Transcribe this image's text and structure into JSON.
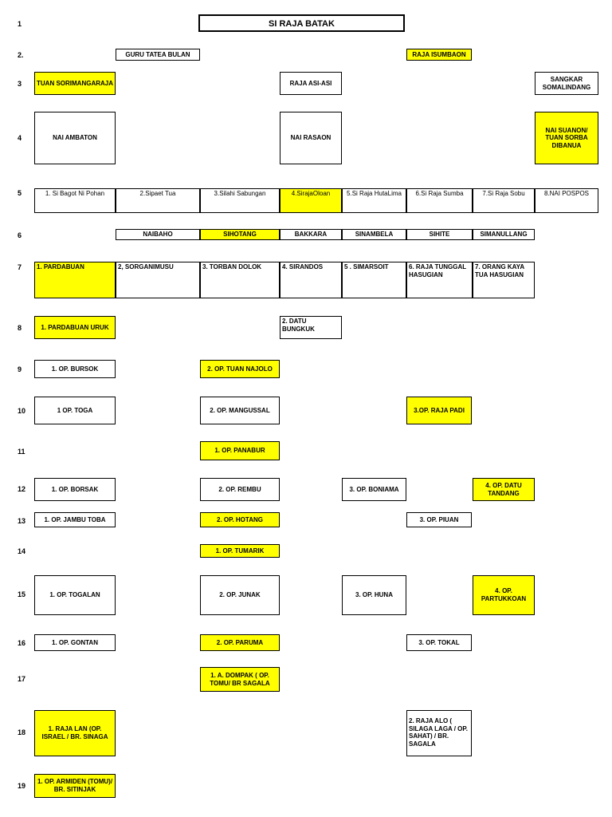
{
  "title": "SI RAJA BATAK",
  "rows": [
    "1",
    "2.",
    "3",
    "4",
    "5",
    "6",
    "7",
    "8",
    "9",
    "10",
    "11",
    "12",
    "13",
    "14",
    "15",
    "16",
    "17",
    "18",
    "19"
  ],
  "gen2": {
    "guru": "GURU TATEA BULAN",
    "raja": "RAJA ISUMBAON"
  },
  "gen3": {
    "tuan": "TUAN SORIMANGARAJA",
    "asi": "RAJA ASI-ASI",
    "sangkar": "SANGKAR SOMALINDANG"
  },
  "gen4": {
    "ambaton": "NAI AMBATON",
    "rasaon": "NAI RASAON",
    "suanon": "NAI SUANON/ TUAN SORBA DIBANUA"
  },
  "gen5": [
    "1. Si Bagot Ni Pohan",
    "2.Sipaet Tua",
    "3.Silahi Sabungan",
    "4.SirajaOloan",
    "5.Si Raja HutaLima",
    "6.Si Raja Sumba",
    "7.Si Raja Sobu",
    "8.NAI POSPOS"
  ],
  "gen6": [
    "NAIBAHO",
    "SIHOTANG",
    "BAKKARA",
    "SINAMBELA",
    "SIHITE",
    "SIMANULLANG"
  ],
  "gen7": [
    "1. PARDABUAN",
    "2, SORGANIMUSU",
    "3. TORBAN DOLOK",
    "4. SIRANDOS",
    "5 . SIMARSOIT",
    "6. RAJA TUNGGAL HASUGIAN",
    "7. ORANG KAYA TUA HASUGIAN"
  ],
  "gen8": {
    "uruk": "1. PARDABUAN URUK",
    "datu": "2. DATU BUNGKUK"
  },
  "gen9": {
    "bursok": "1. OP. BURSOK",
    "najolo": "2. OP. TUAN NAJOLO"
  },
  "gen10": {
    "toga": "1 OP. TOGA",
    "mangussal": "2. OP. MANGUSSAL",
    "padi": "3.OP. RAJA PADI"
  },
  "gen11": {
    "panabur": "1. OP. PANABUR"
  },
  "gen12": {
    "borsak": "1. OP. BORSAK",
    "rembu": "2. OP. REMBU",
    "boniama": "3. OP. BONIAMA",
    "tandang": "4. OP. DATU TANDANG"
  },
  "gen13": {
    "jambu": "1. OP. JAMBU TOBA",
    "hotang": "2. OP. HOTANG",
    "piuan": "3. OP. PIUAN"
  },
  "gen14": {
    "tumarik": "1. OP. TUMARIK"
  },
  "gen15": {
    "togalan": "1. OP. TOGALAN",
    "junak": "2. OP. JUNAK",
    "huna": "3. OP. HUNA",
    "partukkoan": "4. OP. PARTUKKOAN"
  },
  "gen16": {
    "gontan": "1. OP. GONTAN",
    "paruma": "2. OP. PARUMA",
    "tokal": "3. OP. TOKAL"
  },
  "gen17": {
    "dompak": "1. A. DOMPAK ( OP. TOMU/ BR SAGALA"
  },
  "gen18": {
    "rajalan": "1. RAJA LAN (OP. ISRAEL / BR. SINAGA",
    "rajaalo": "2. RAJA ALO ( SILAGA LAGA / OP. SAHAT) / BR. SAGALA"
  },
  "gen19": {
    "armiden": "1. OP. ARMIDEN (TOMU)/ BR. SITINJAK"
  }
}
